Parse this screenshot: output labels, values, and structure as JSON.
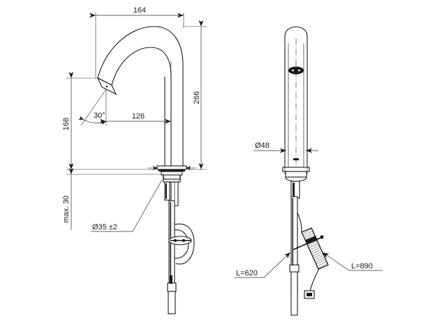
{
  "drawing": {
    "title": "Electronic sensor basin mixer - technical dimension drawing",
    "views": [
      {
        "id": "front-view",
        "name": "front-elevation"
      },
      {
        "id": "side-view",
        "name": "side-elevation"
      }
    ]
  },
  "dimensions": {
    "width_164": {
      "label": "164",
      "name": "spout-reach-dimension"
    },
    "height_266": {
      "label": "266",
      "name": "overall-height-dimension"
    },
    "height_168": {
      "label": "168",
      "name": "outlet-height-dimension"
    },
    "reach_126": {
      "label": "126",
      "name": "outlet-projection-dimension"
    },
    "angle_30": {
      "label": "30°",
      "name": "outlet-angle-dimension"
    },
    "max_30": {
      "label": "max. 30",
      "name": "max-deck-thickness-dimension"
    },
    "dia_35": {
      "label": "Ø35 ±2",
      "name": "mounting-hole-diameter-callout"
    },
    "dia_48": {
      "label": "Ø48",
      "name": "body-diameter-dimension"
    },
    "hose_620": {
      "label": "L=620",
      "name": "supply-hose-length-callout"
    },
    "cable_890": {
      "label": "L=890",
      "name": "sensor-cable-length-callout"
    }
  },
  "colors": {
    "line": "#1a1a1a",
    "dim": "#2b2b2b",
    "background": "#ffffff"
  }
}
